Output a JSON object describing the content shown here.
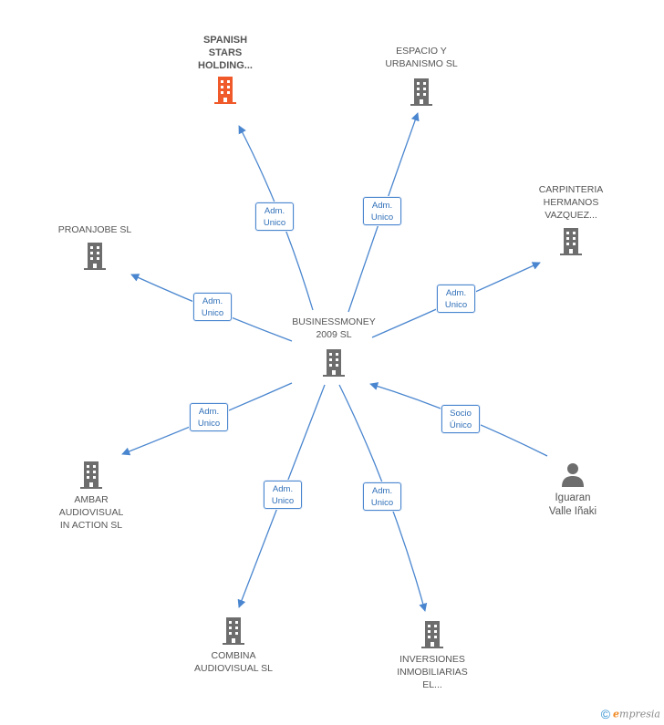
{
  "diagram": {
    "center": {
      "label": "BUSINESSMONEY\n2009 SL"
    },
    "nodes": [
      {
        "id": "spanish",
        "label": "SPANISH\nSTARS\nHOLDING...",
        "highlight": true
      },
      {
        "id": "espacio",
        "label": "ESPACIO Y\nURBANISMO SL"
      },
      {
        "id": "carpinteria",
        "label": "CARPINTERIA\nHERMANOS\nVAZQUEZ..."
      },
      {
        "id": "proanjobe",
        "label": "PROANJOBE SL"
      },
      {
        "id": "ambar",
        "label": "AMBAR\nAUDIOVISUAL\nIN ACTION SL"
      },
      {
        "id": "combina",
        "label": "COMBINA\nAUDIOVISUAL SL"
      },
      {
        "id": "inversiones",
        "label": "INVERSIONES\nINMOBILIARIAS\nEL..."
      },
      {
        "id": "iguaran",
        "label": "Iguaran\nValle Iñaki",
        "type": "person"
      }
    ],
    "edges": [
      {
        "to": "spanish",
        "line1": "Adm.",
        "line2": "Unico"
      },
      {
        "to": "espacio",
        "line1": "Adm.",
        "line2": "Unico"
      },
      {
        "to": "carpinteria",
        "line1": "Adm.",
        "line2": "Unico"
      },
      {
        "to": "proanjobe",
        "line1": "Adm.",
        "line2": "Unico"
      },
      {
        "to": "ambar",
        "line1": "Adm.",
        "line2": "Unico"
      },
      {
        "to": "combina",
        "line1": "Adm.",
        "line2": "Unico"
      },
      {
        "to": "inversiones",
        "line1": "Adm.",
        "line2": "Unico"
      },
      {
        "from": "iguaran",
        "line1": "Socio",
        "line2": "Único"
      }
    ],
    "colors": {
      "edge": "#4a86cf",
      "building": "#6d6d6d",
      "highlight": "#f05a2a"
    },
    "icons": {
      "company": "building-icon",
      "person": "person-icon"
    }
  },
  "footer": {
    "copyright": "©",
    "brand_first": "e",
    "brand_rest": "mpresia"
  }
}
